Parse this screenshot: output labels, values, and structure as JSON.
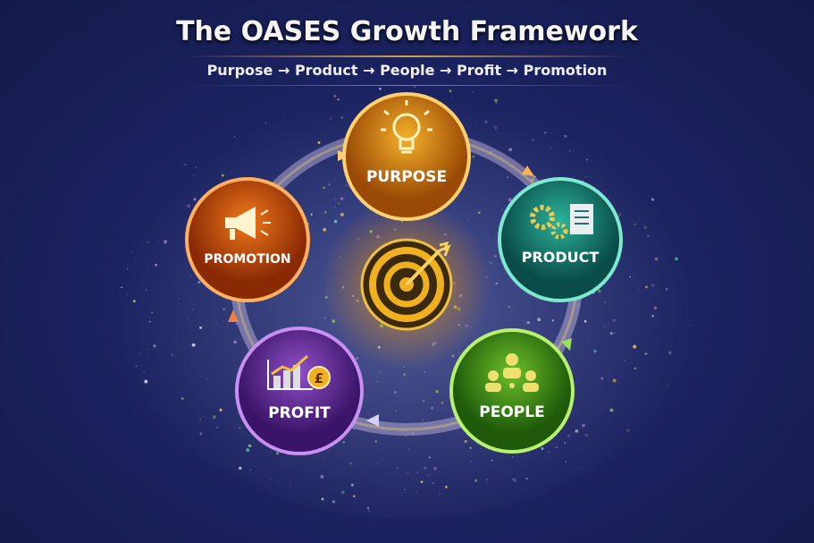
{
  "title": "The OASES Growth Framework",
  "subtitle": "Purpose → Product → People → Profit → Promotion",
  "nodes": [
    {
      "label": "PURPOSE",
      "icon": "lightbulb-icon",
      "color": "#e08a10"
    },
    {
      "label": "PRODUCT",
      "icon": "gears-document-icon",
      "color": "#1a8f7a"
    },
    {
      "label": "PEOPLE",
      "icon": "people-network-icon",
      "color": "#4f9a1a"
    },
    {
      "label": "PROFIT",
      "icon": "chart-pound-icon",
      "color": "#6a2fa0"
    },
    {
      "label": "PROMOTION",
      "icon": "megaphone-icon",
      "color": "#d85a10"
    }
  ],
  "center": {
    "icon": "target-arrow-icon",
    "color": "#f0b020"
  }
}
